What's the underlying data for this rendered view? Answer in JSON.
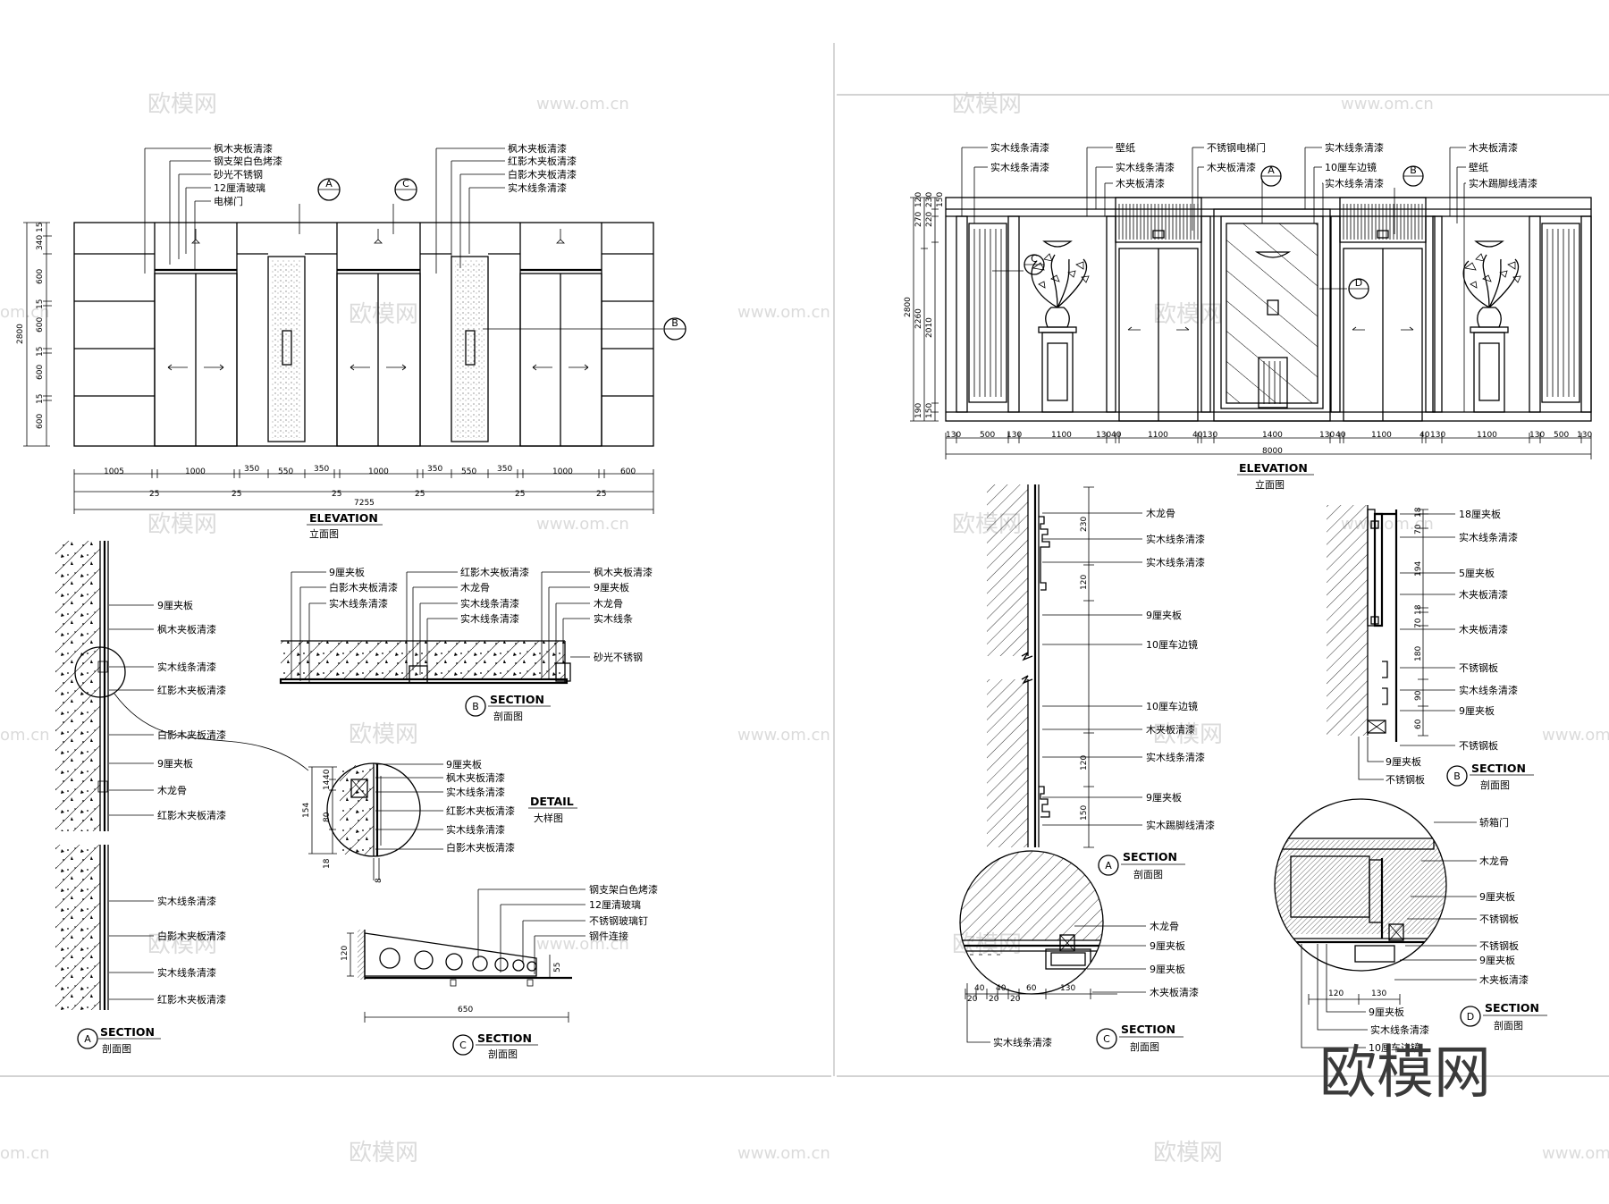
{
  "watermarks": {
    "brand": "欧模网",
    "url": "www.om.cn",
    "partial_url": "om.cn",
    "logo": "欧模网"
  },
  "left_elevation": {
    "title_en": "ELEVATION",
    "title_cn": "立面图",
    "labels_left": [
      "枫木夹板清漆",
      "钢支架白色烤漆",
      "砂光不锈钢",
      "12厘清玻璃",
      "电梯门"
    ],
    "labels_right": [
      "枫木夹板清漆",
      "红影木夹板清漆",
      "白影木夹板清漆",
      "实木线条清漆"
    ],
    "tags": [
      "A",
      "C",
      "B"
    ],
    "heights": [
      "15",
      "340",
      "600",
      "15",
      "600",
      "15",
      "600",
      "15",
      "600"
    ],
    "total_height": "2800",
    "widths": [
      "1005",
      "1000",
      "350",
      "550",
      "350",
      "1000",
      "350",
      "550",
      "350",
      "1000",
      "600"
    ],
    "gaps": [
      "25",
      "25",
      "25",
      "25",
      "25",
      "25"
    ],
    "total_width": "7255"
  },
  "left_section_a": {
    "title_en": "SECTION",
    "title_cn": "剖面图",
    "tag": "A",
    "labels": [
      "9厘夹板",
      "枫木夹板清漆",
      "实木线条清漆",
      "红影木夹板清漆",
      "白影木夹板清漆",
      "9厘夹板",
      "木龙骨",
      "红影木夹板清漆",
      "实木线条清漆",
      "白影木夹板清漆",
      "实木线条清漆",
      "红影木夹板清漆"
    ]
  },
  "left_section_b": {
    "title_en": "SECTION",
    "title_cn": "剖面图",
    "tag": "B",
    "labels_left": [
      "9厘夹板",
      "白影木夹板清漆",
      "实木线条清漆"
    ],
    "labels_mid": [
      "红影木夹板清漆",
      "木龙骨",
      "实木线条清漆",
      "实木线条清漆"
    ],
    "labels_right": [
      "枫木夹板清漆",
      "9厘夹板",
      "木龙骨",
      "实木线条",
      "砂光不锈钢"
    ]
  },
  "left_detail": {
    "title_en": "DETAIL",
    "title_cn": "大样图",
    "labels": [
      "9厘夹板",
      "枫木夹板清漆",
      "实木线条清漆",
      "红影木夹板清漆",
      "实木线条清漆",
      "白影木夹板清漆"
    ],
    "dims": [
      "40",
      "14",
      "80",
      "154",
      "18",
      "8"
    ]
  },
  "left_section_c": {
    "title_en": "SECTION",
    "title_cn": "剖面图",
    "tag": "C",
    "labels": [
      "钢支架白色烤漆",
      "12厘清玻璃",
      "不锈钢玻璃钉",
      "钢件连接"
    ],
    "dims": [
      "120",
      "55",
      "650"
    ]
  },
  "right_elevation": {
    "title_en": "ELEVATION",
    "title_cn": "立面图",
    "labels_left": [
      "实木线条清漆",
      "实木线条清漆"
    ],
    "labels_mid1": [
      "壁纸",
      "实木线条清漆",
      "木夹板清漆"
    ],
    "labels_mid2": [
      "不锈钢电梯门",
      "木夹板清漆"
    ],
    "labels_mid3": [
      "实木线条清漆",
      "10厘车边镜",
      "实木线条清漆"
    ],
    "labels_right": [
      "木夹板清漆",
      "壁纸",
      "实木踢脚线清漆"
    ],
    "tags": [
      "A",
      "B",
      "C",
      "D"
    ],
    "heights_outer": [
      "120",
      "230",
      "270",
      "220",
      "150",
      "2800",
      "2260",
      "2010",
      "190",
      "150"
    ],
    "widths": [
      "130",
      "500",
      "130",
      "1100",
      "130",
      "40",
      "1100",
      "40",
      "130",
      "1400",
      "130",
      "40",
      "1100",
      "40",
      "130",
      "1100",
      "130",
      "500",
      "130"
    ],
    "total_width": "8000"
  },
  "right_section_a": {
    "title_en": "SECTION",
    "title_cn": "剖面图",
    "tag": "A",
    "labels": [
      "木龙骨",
      "实木线条清漆",
      "实木线条清漆",
      "9厘夹板",
      "10厘车边镜",
      "10厘车边镜",
      "木夹板清漆",
      "实木线条清漆",
      "9厘夹板",
      "实木踢脚线清漆"
    ],
    "dims": [
      "230",
      "120",
      "120",
      "150"
    ]
  },
  "right_section_b": {
    "title_en": "SECTION",
    "title_cn": "剖面图",
    "tag": "B",
    "labels": [
      "18厘夹板",
      "实木线条清漆",
      "5厘夹板",
      "木夹板清漆",
      "木夹板清漆",
      "不锈钢板",
      "实木线条清漆",
      "9厘夹板",
      "不锈钢板",
      "9厘夹板",
      "不锈钢板"
    ],
    "dims": [
      "18",
      "70",
      "194",
      "18",
      "70",
      "180",
      "90",
      "60"
    ]
  },
  "right_section_c": {
    "title_en": "SECTION",
    "title_cn": "剖面图",
    "tag": "C",
    "labels": [
      "木龙骨",
      "9厘夹板",
      "9厘夹板",
      "木夹板清漆",
      "实木线条清漆"
    ],
    "dims": [
      "40",
      "40",
      "60",
      "130",
      "20",
      "20",
      "20"
    ]
  },
  "right_section_d": {
    "title_en": "SECTION",
    "title_cn": "剖面图",
    "tag": "D",
    "labels": [
      "轿箱门",
      "木龙骨",
      "9厘夹板",
      "不锈钢板",
      "不锈钢板",
      "9厘夹板",
      "木夹板清漆",
      "9厘夹板",
      "实木线条清漆",
      "10厘车边镜"
    ],
    "dims": [
      "120",
      "130"
    ]
  },
  "colors": {
    "ink": "#000000",
    "watermark": "#cfcfcf",
    "logo": "#3a3a3a"
  }
}
